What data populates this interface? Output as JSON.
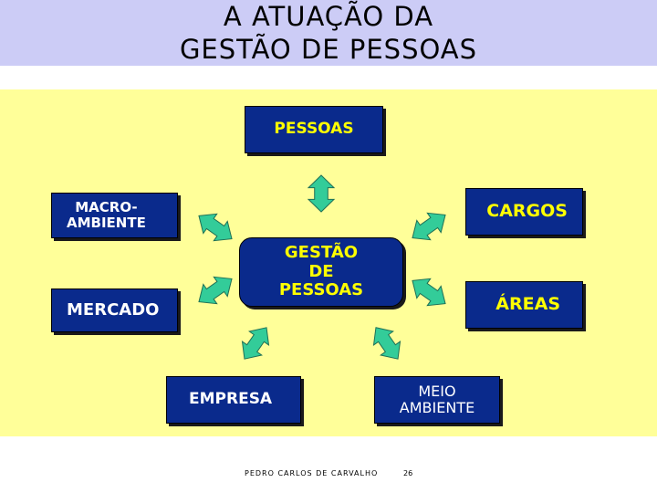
{
  "title_lines": [
    "A  ATUAÇÃO  DA",
    "GESTÃO  DE  PESSOAS"
  ],
  "boxes": {
    "pessoas": "PESSOAS",
    "macro": [
      "MACRO-",
      "AMBIENTE"
    ],
    "cargos": "CARGOS",
    "mercado": "MERCADO",
    "areas": "ÁREAS",
    "gestao": [
      "GESTÃO",
      "DE",
      "PESSOAS"
    ],
    "empresa": "EMPRESA",
    "meio": [
      "MEIO",
      "AMBIENTE"
    ]
  },
  "footer": {
    "author": "PEDRO CARLOS  DE CARVALHO",
    "page": "26"
  },
  "colors": {
    "header": "#ccccf6",
    "panel": "#ffff99",
    "box": "#0a2a8c",
    "box_text_yellow": "#ffff00",
    "box_text_white": "#ffffff",
    "arrow": "#33cc99"
  }
}
